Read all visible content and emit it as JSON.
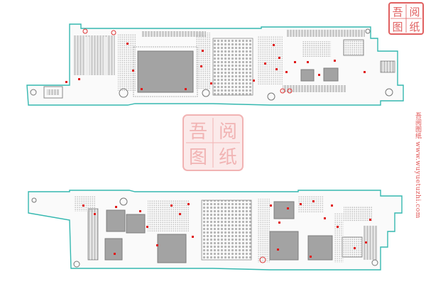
{
  "watermark": {
    "stamp_chars": [
      "吾",
      "阅",
      "图",
      "纸"
    ],
    "vertical_caption": "吾阅图纸 www.wuyuetuzhi.com"
  },
  "colors": {
    "outline": "#35b8b0",
    "trace": "#9a9a9a",
    "chip": "#a0a0a0",
    "chip_dark": "#8a8a8a",
    "marker": "#e01818",
    "stamp": "#e06060",
    "stamp_light": "#f1b3b3",
    "caption": "#e05050"
  }
}
